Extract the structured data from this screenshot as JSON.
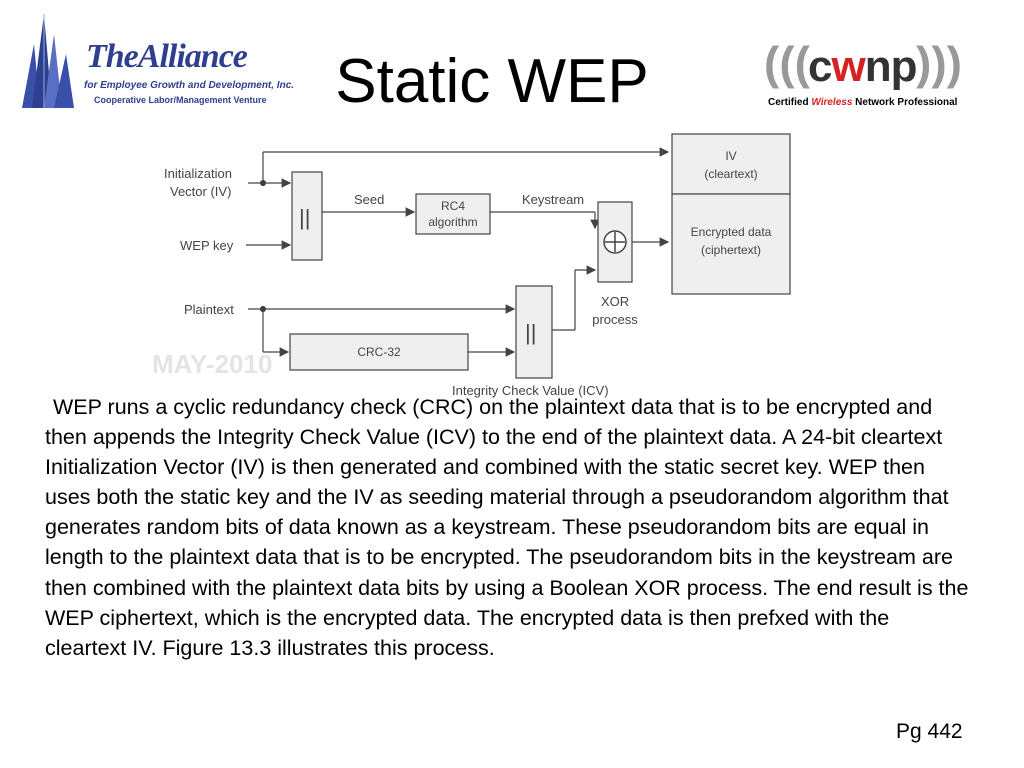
{
  "slide": {
    "title": "Static WEP",
    "page_label": "Pg 442",
    "body": "WEP runs a cyclic redundancy check (CRC) on the plaintext data that is to be encrypted and then appends the Integrity Check Value (ICV) to the end of the plaintext data. A 24-bit cleartext Initialization Vector (IV) is then generated and combined with the static secret key. WEP then uses both the static key and the IV as seeding material through a pseudorandom algorithm that generates random bits of data known as a keystream. These pseudorandom bits are equal in length to the plaintext data that is to be encrypted. The pseudorandom bits in the keystream are then combined with the plaintext data bits by using a Boolean XOR process. The end result is the WEP ciphertext, which is the encrypted data. The encrypted data is then prefxed with the cleartext IV. Figure 13.3 illustrates this process."
  },
  "logo_left": {
    "name": "TheAlliance",
    "line1": "for Employee Growth and Development, Inc.",
    "line2": "Cooperative Labor/Management Venture",
    "color": "#2e3f8f"
  },
  "logo_right": {
    "name_prefix": "c",
    "name_accent": "w",
    "name_suffix": "np",
    "tag_prefix": "Certified ",
    "tag_accent": "Wireless",
    "tag_suffix": " Network Professional",
    "accent_color": "#d62222"
  },
  "diagram": {
    "iv_label_1": "Initialization",
    "iv_label_2": "Vector (IV)",
    "wep_key": "WEP key",
    "plaintext": "Plaintext",
    "seed": "Seed",
    "rc4_1": "RC4",
    "rc4_2": "algorithm",
    "keystream": "Keystream",
    "iv_box_1": "IV",
    "iv_box_2": "(cleartext)",
    "enc_1": "Encrypted data",
    "enc_2": "(ciphertext)",
    "xor_1": "XOR",
    "xor_2": "process",
    "crc": "CRC-32",
    "icv": "Integrity Check Value (ICV)",
    "concat_symbol": "||",
    "xor_symbol": "⊕",
    "watermark": "MAY-2010"
  }
}
